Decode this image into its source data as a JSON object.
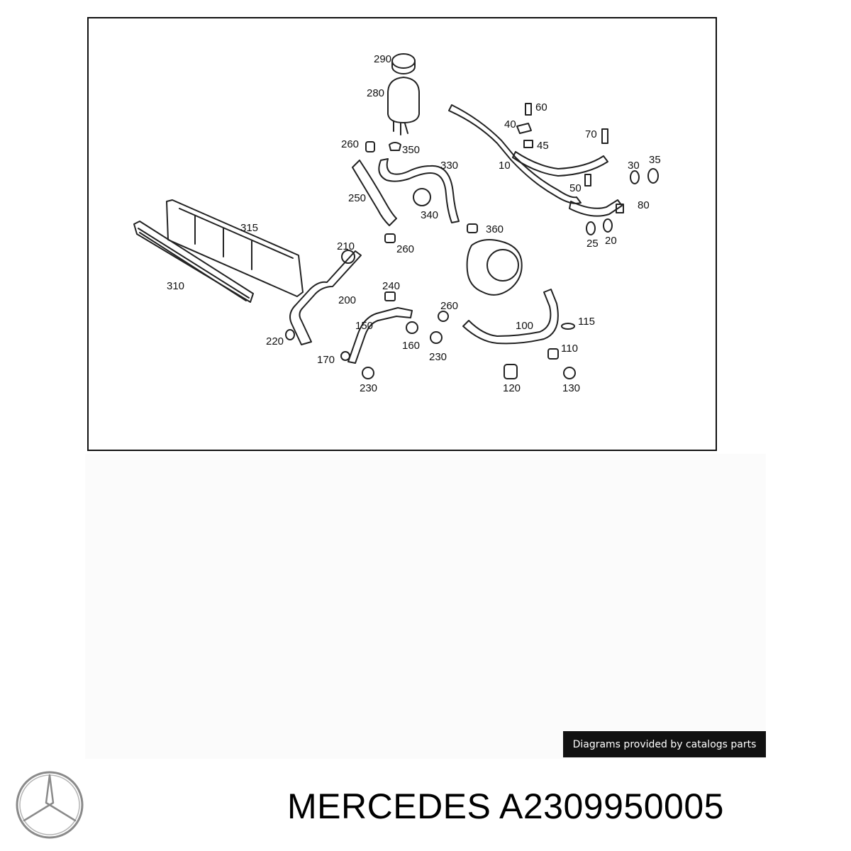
{
  "diagram": {
    "callouts": {
      "c290": "290",
      "c280": "280",
      "c260a": "260",
      "c350": "350",
      "c330": "330",
      "c250": "250",
      "c340": "340",
      "c315": "315",
      "c310": "310",
      "c210": "210",
      "c260b": "260",
      "c360": "360",
      "c200": "200",
      "c240": "240",
      "c260c": "260",
      "c150": "150",
      "c220": "220",
      "c170": "170",
      "c160": "160",
      "c230a": "230",
      "c230b": "230",
      "c100": "100",
      "c115": "115",
      "c110": "110",
      "c120": "120",
      "c130": "130",
      "c60": "60",
      "c40": "40",
      "c45": "45",
      "c70": "70",
      "c10": "10",
      "c30": "30",
      "c35": "35",
      "c50": "50",
      "c80": "80",
      "c25": "25",
      "c20": "20"
    }
  },
  "badge": {
    "text": "Diagrams provided by catalogs parts"
  },
  "title": {
    "brand": "MERCEDES",
    "part_number": "A2309950005"
  },
  "logo": {
    "icon": "mercedes-star-icon",
    "color": "#8a8a8a"
  }
}
